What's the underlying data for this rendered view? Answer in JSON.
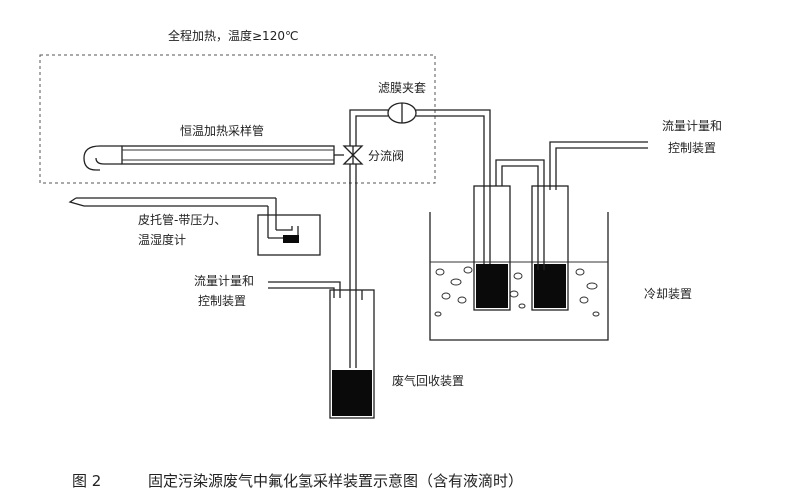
{
  "labels": {
    "heating_note": "全程加热，温度≥120℃",
    "heated_probe": "恒温加热采样管",
    "filter_holder": "滤膜夹套",
    "diverter_valve": "分流阀",
    "pitot_line1": "皮托管-带压力、",
    "pitot_line2": "温湿度计",
    "flow_control_right_line1": "流量计量和",
    "flow_control_right_line2": "控制装置",
    "flow_control_left_line1": "流量计量和",
    "flow_control_left_line2": "控制装置",
    "cooling_device": "冷却装置",
    "exhaust_recovery": "废气回收装置"
  },
  "caption": {
    "figure_number": "图 2",
    "title": "固定污染源废气中氟化氢采样装置示意图（含有液滴时）"
  }
}
